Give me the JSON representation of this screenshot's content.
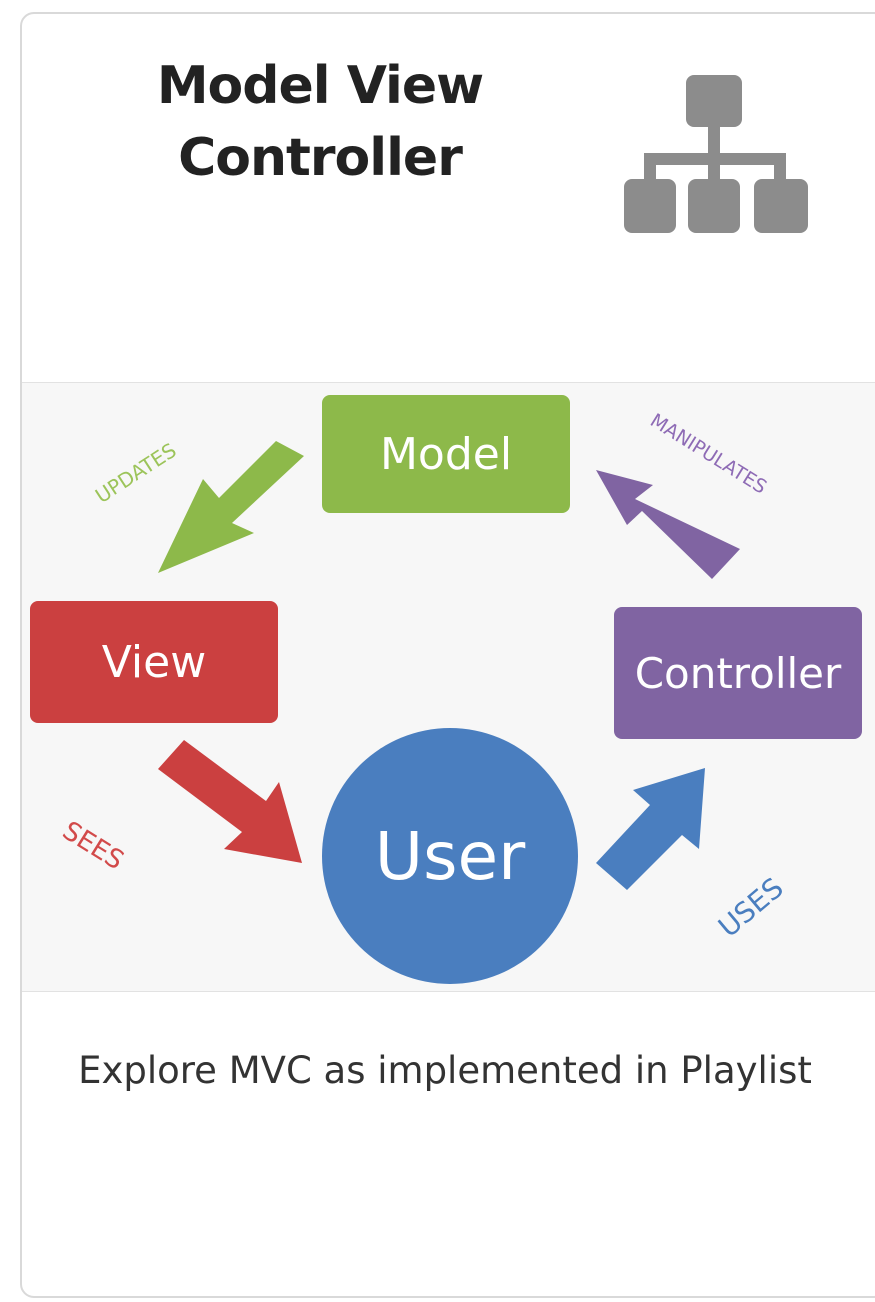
{
  "card": {
    "title": "Model View Controller",
    "icon": "sitemap-hierarchy-icon",
    "caption": "Explore MVC as implemented in Playlist"
  },
  "diagram": {
    "nodes": {
      "model": "Model",
      "view": "View",
      "controller": "Controller",
      "user": "User"
    },
    "arrows": {
      "updates": "UPDATES",
      "manipulates": "MANIPULATES",
      "sees": "SEES",
      "uses": "USES"
    },
    "colors": {
      "model": "#8db94a",
      "view": "#cb4040",
      "controller": "#8064a2",
      "user": "#4a7ebf",
      "icon": "#8c8c8c"
    }
  }
}
